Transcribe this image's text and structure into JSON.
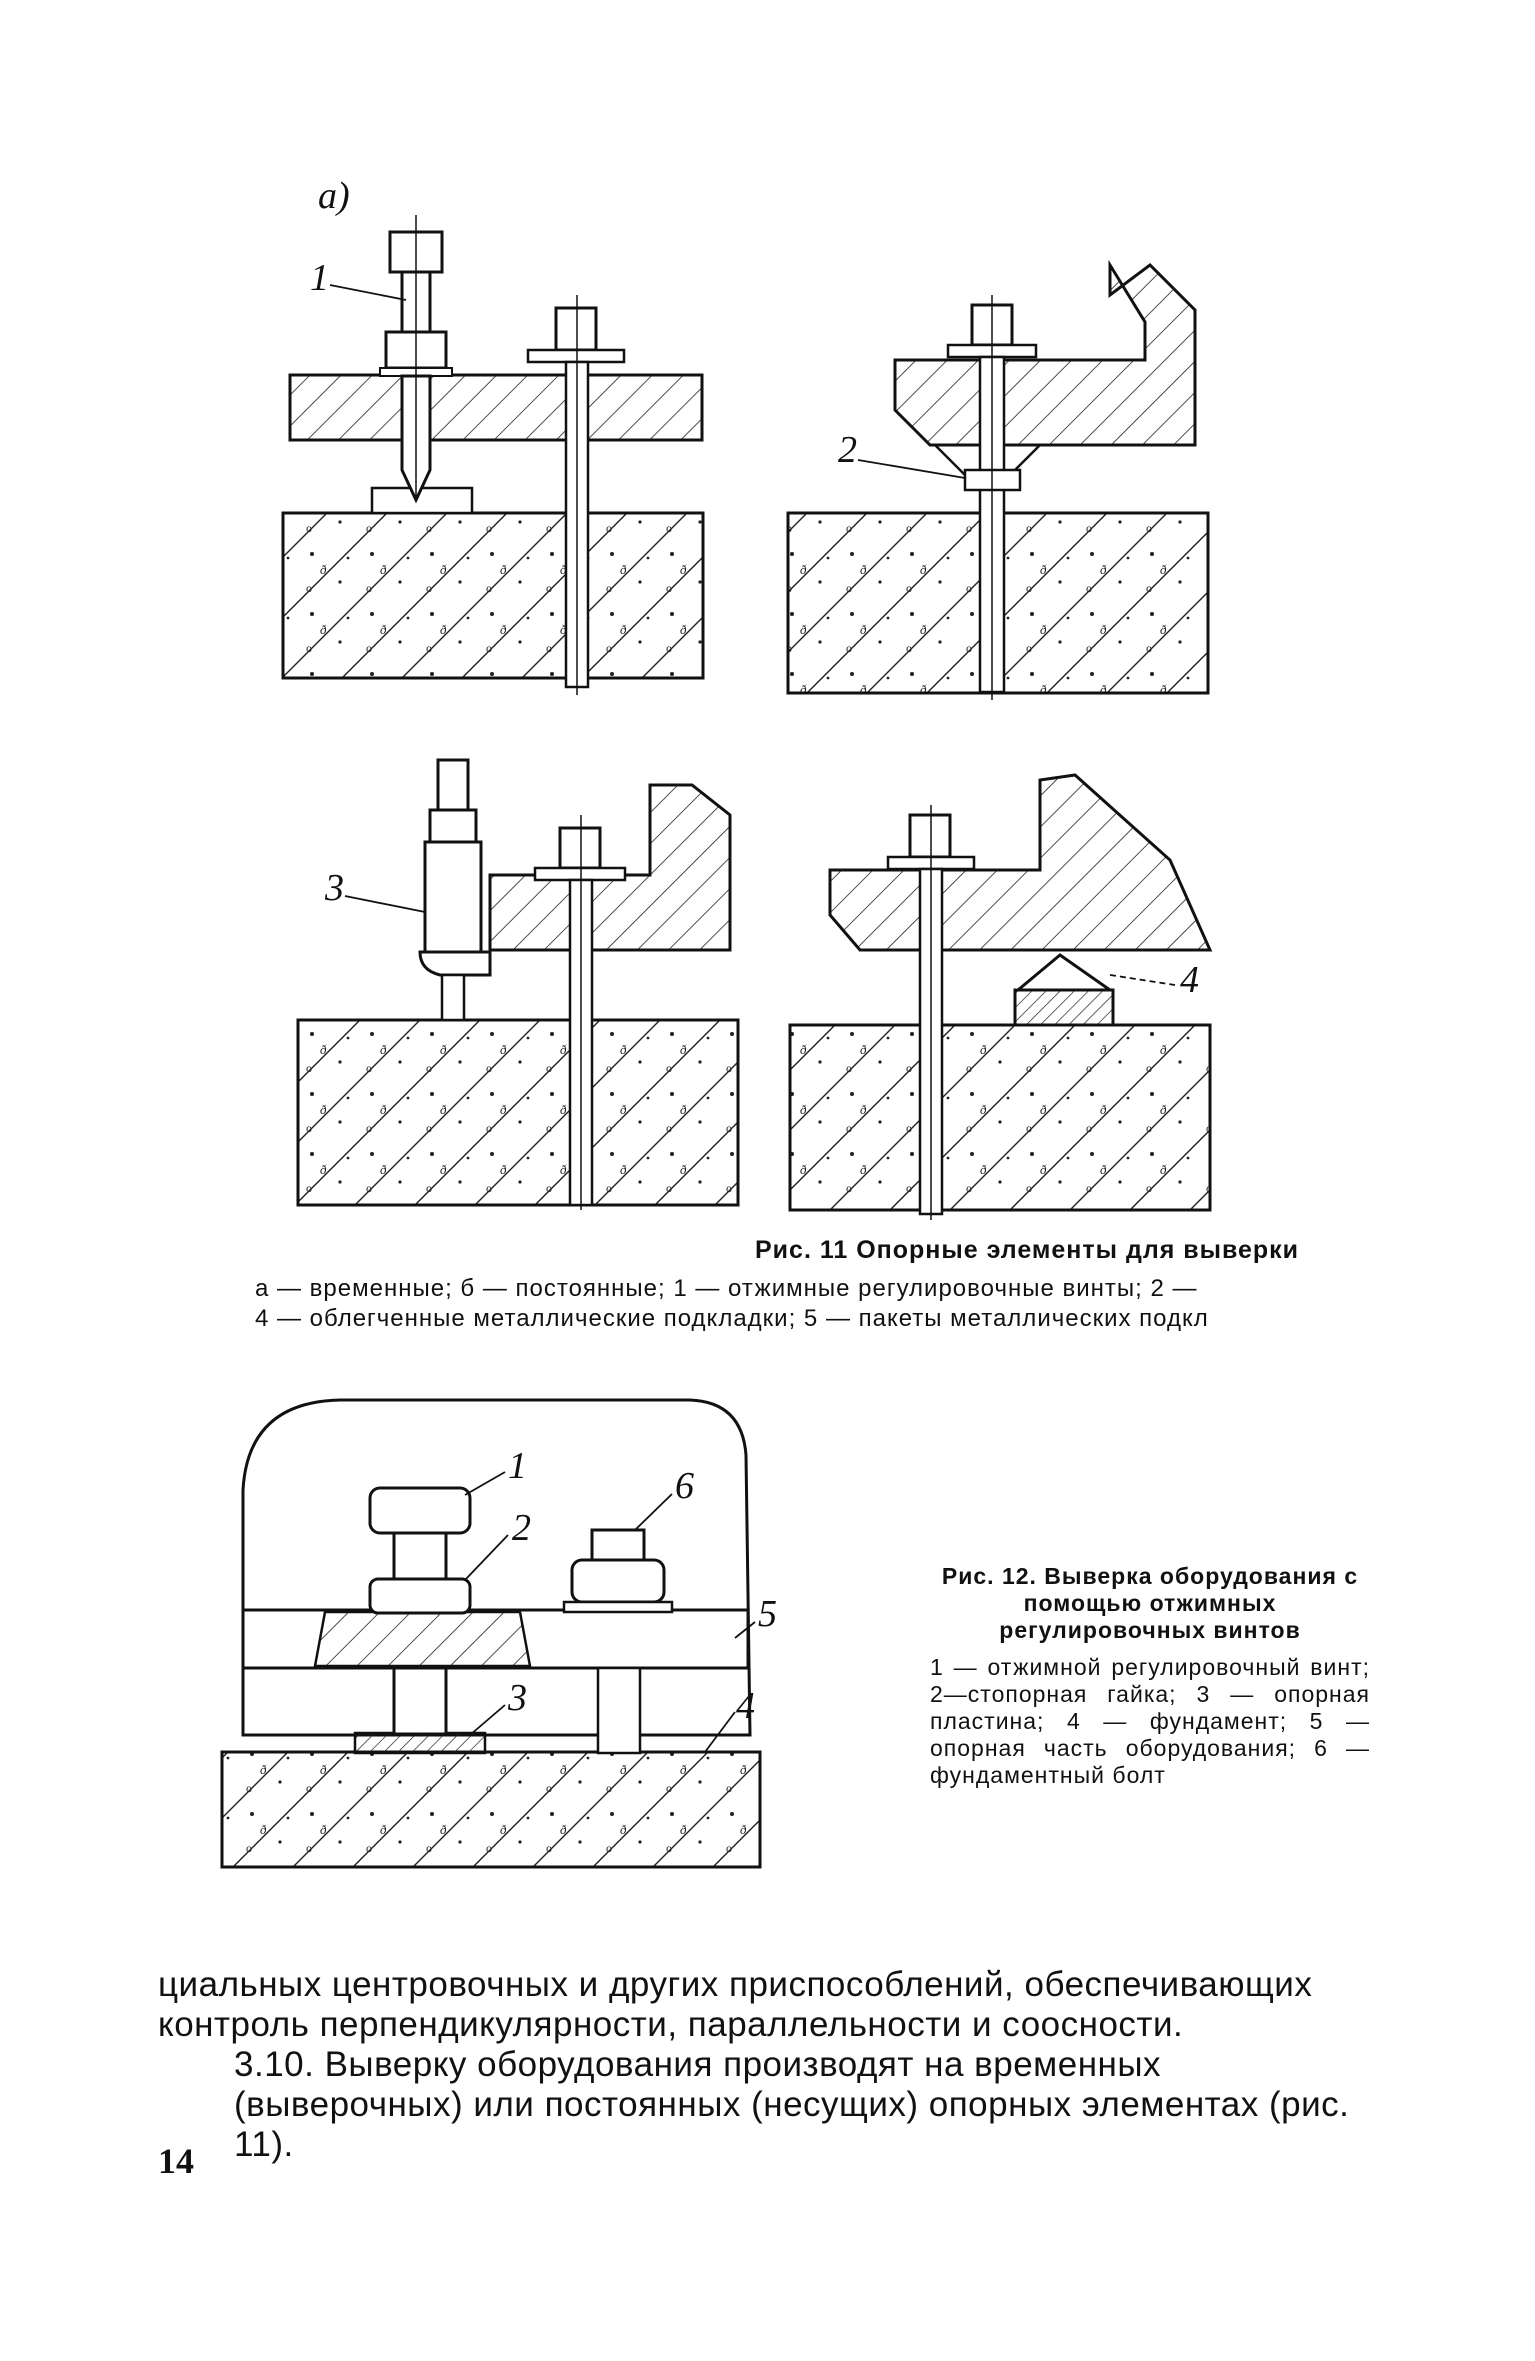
{
  "figure11": {
    "panel_label": "а)",
    "callouts": [
      "1",
      "2",
      "3",
      "4"
    ],
    "caption_title": "Рис. 11 Опорные элементы для выверки",
    "caption_line1": "а — временные; б — постоянные; 1 — отжимные регулировочные винты; 2 —",
    "caption_line2": "4 — облегченные металлические подкладки; 5 — пакеты металлических подкл"
  },
  "figure12": {
    "callouts": [
      "1",
      "2",
      "3",
      "4",
      "5",
      "6"
    ],
    "caption_title": "Рис. 12. Выверка оборудования с помощью отжимных регулировочных винтов",
    "caption_legend": "1 — отжимной регулировочный винт; 2—стопорная гайка; 3 — опорная пластина; 4 — фундамент; 5 — опорная часть оборудования; 6 — фундаментный болт"
  },
  "body": {
    "line1": "циальных центровочных и других приспособлений, обеспечивающих",
    "line2": "контроль перпендикулярности, параллельности и соосности.",
    "paragraph_310": "3.10. Выверку оборудования производят на временных (выверочных) или постоянных (несущих) опорных элементах (рис. 11)."
  },
  "page_number": "14"
}
